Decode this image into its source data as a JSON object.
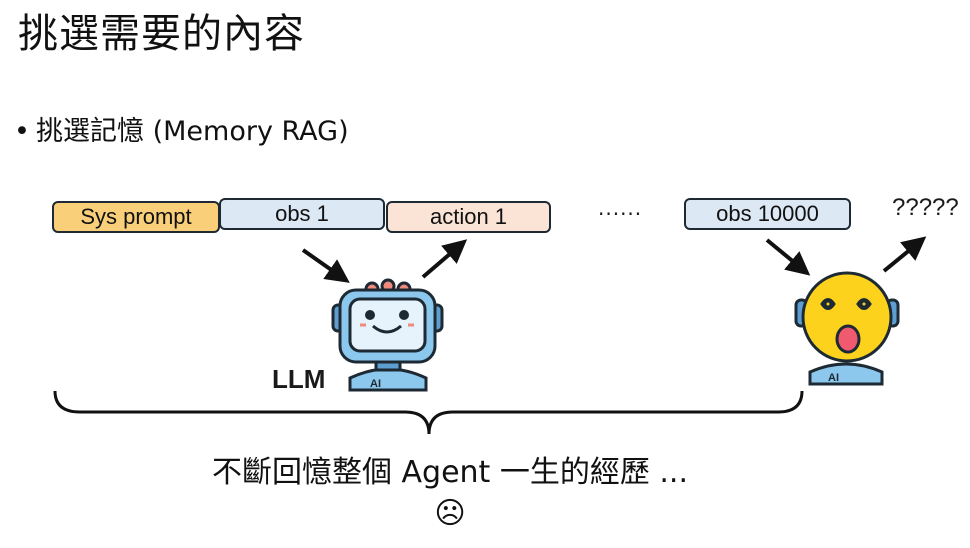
{
  "slide": {
    "title": "挑選需要的內容",
    "bullet_marker": "•",
    "bullet_text": "挑選記憶 (Memory RAG)"
  },
  "sequence": {
    "sys_prompt": "Sys prompt",
    "obs_first": "obs 1",
    "action_first": "action 1",
    "ellipsis": "......",
    "obs_last": "obs 10000",
    "confused": "?????"
  },
  "agents": {
    "llm_label": "LLM",
    "robot_chest_label": "AI"
  },
  "caption": {
    "text": "不斷回憶整個 Agent 一生的經歷 ...",
    "emoji": "☹"
  },
  "colors": {
    "sys_prompt_fill": "#f9cf7a",
    "obs_fill": "#dce8f4",
    "action_fill": "#fbe3d6",
    "robot_blue": "#8cc8ee",
    "robot_outline": "#1e2a33",
    "confused_face": "#fcd21c"
  }
}
